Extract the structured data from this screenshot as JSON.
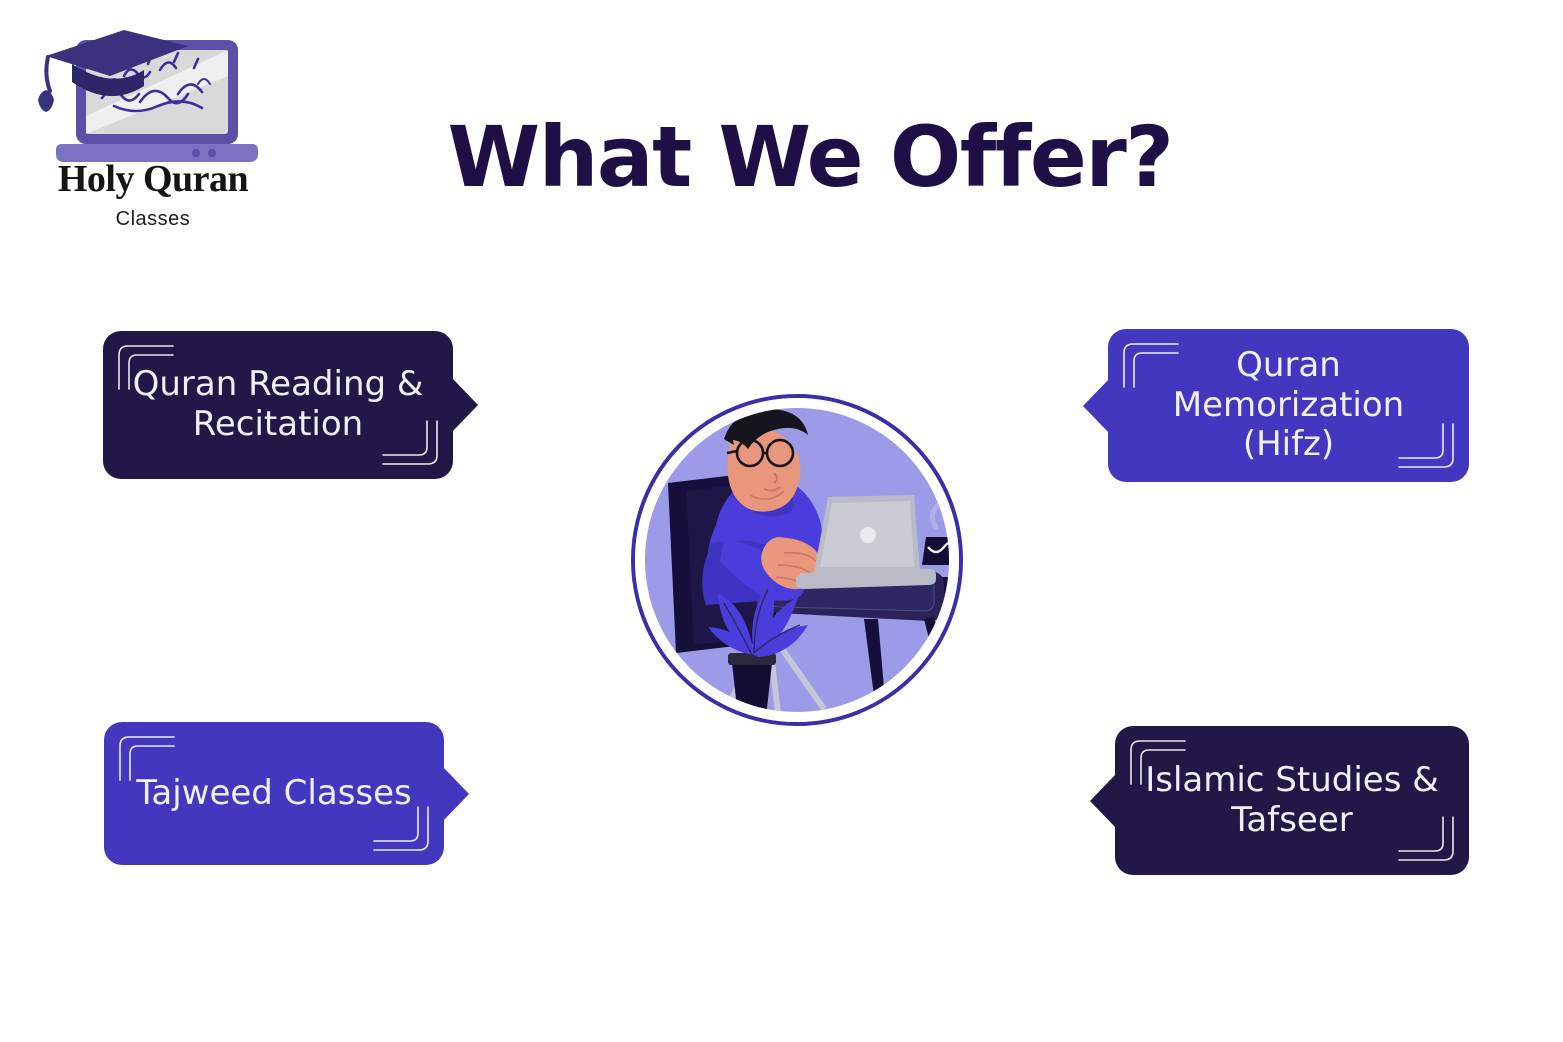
{
  "brand": {
    "logo_icon": "graduation-cap-laptop-icon",
    "calligraphy_icon": "arabic-calligraphy-icon",
    "title": "Holy Quran",
    "subtitle": "Classes"
  },
  "header": {
    "title": "What We Offer?"
  },
  "illustration": {
    "icon": "student-at-laptop-illustration",
    "description": "Man with glasses in purple hoodie using a laptop at a desk",
    "ring_color": "#3b2fa8",
    "background_color": "#9d9ae8"
  },
  "colors": {
    "navy": "#211847",
    "purple": "#4337bf",
    "title": "#1e0f47",
    "label": "#f1f0f6",
    "page_background": "#ffffff"
  },
  "offers": [
    {
      "id": "quran-reading",
      "label": "Quran Reading &\nRecitation",
      "theme": "navy",
      "arrow": "right"
    },
    {
      "id": "hifz",
      "label": "Quran\nMemorization\n(Hifz)",
      "theme": "purple",
      "arrow": "left"
    },
    {
      "id": "tajweed",
      "label": "Tajweed Classes",
      "theme": "purple",
      "arrow": "right"
    },
    {
      "id": "islamic-studies",
      "label": "Islamic Studies &\nTafseer",
      "theme": "navy",
      "arrow": "left"
    }
  ]
}
